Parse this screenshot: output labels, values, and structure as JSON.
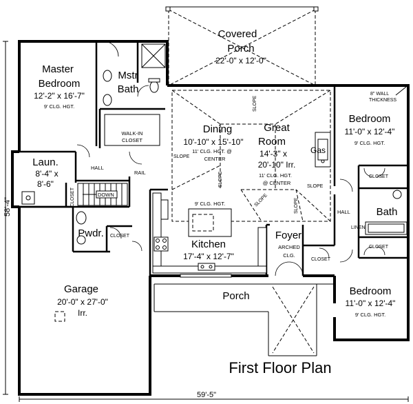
{
  "title": "First Floor Plan",
  "overall": {
    "depth": "58'-4\"",
    "width": "59'-5\""
  },
  "rooms": {
    "covered_porch": {
      "name_line1": "Covered",
      "name_line2": "Porch",
      "size": "22'-0\" x 12'-0\""
    },
    "master_bedroom": {
      "name_line1": "Master",
      "name_line2": "Bedroom",
      "size": "12'-2\" x 16'-7\"",
      "ceiling": "9' CLG. HGT."
    },
    "mstr_bath": {
      "name_line1": "Mstr",
      "name_line2": "Bath"
    },
    "walkin_closet": {
      "line1": "WALK-IN",
      "line2": "CLOSET"
    },
    "dining": {
      "name": "Dining",
      "size": "10'-10\" x 15'-10\"",
      "ceiling_line1": "11' CLG. HGT. @",
      "ceiling_line2": "CENTER"
    },
    "great_room": {
      "name_line1": "Great",
      "name_line2": "Room",
      "size_line1": "14'-3\" x",
      "size_line2": "20'-10\" Irr.",
      "ceiling_line1": "11' CLG. HGT.",
      "ceiling_line2": "@ CENTER"
    },
    "bedroom_upper": {
      "name": "Bedroom",
      "size": "11'-0\" x 12'-4\"",
      "ceiling": "9' CLG. HGT."
    },
    "bedroom_lower": {
      "name": "Bedroom",
      "size": "11'-0\" x 12'-4\"",
      "ceiling": "9' CLG. HGT."
    },
    "laundry": {
      "name": "Laun.",
      "size_line1": "8'-4\" x",
      "size_line2": "8'-6\""
    },
    "powder": {
      "name": "Pwdr."
    },
    "kitchen": {
      "name": "Kitchen",
      "size": "17'-4\" x 12'-7\"",
      "ceiling": "9' CLG. HGT."
    },
    "foyer": {
      "name": "Foyer",
      "line1": "ARCHED",
      "line2": "CLG."
    },
    "bath": {
      "name": "Bath"
    },
    "garage": {
      "name": "Garage",
      "size": "20'-0\" x 27'-0\"",
      "note": "Irr."
    },
    "porch": {
      "name": "Porch"
    }
  },
  "labels": {
    "closet": "CLOSET",
    "hall": "HALL",
    "rail": "RAIL",
    "down": "DOWN",
    "linen": "LINEN",
    "gas": "Gas",
    "slope": "SLOPE",
    "wall_thickness_line1": "8\" WALL",
    "wall_thickness_line2": "THICKNESS"
  }
}
